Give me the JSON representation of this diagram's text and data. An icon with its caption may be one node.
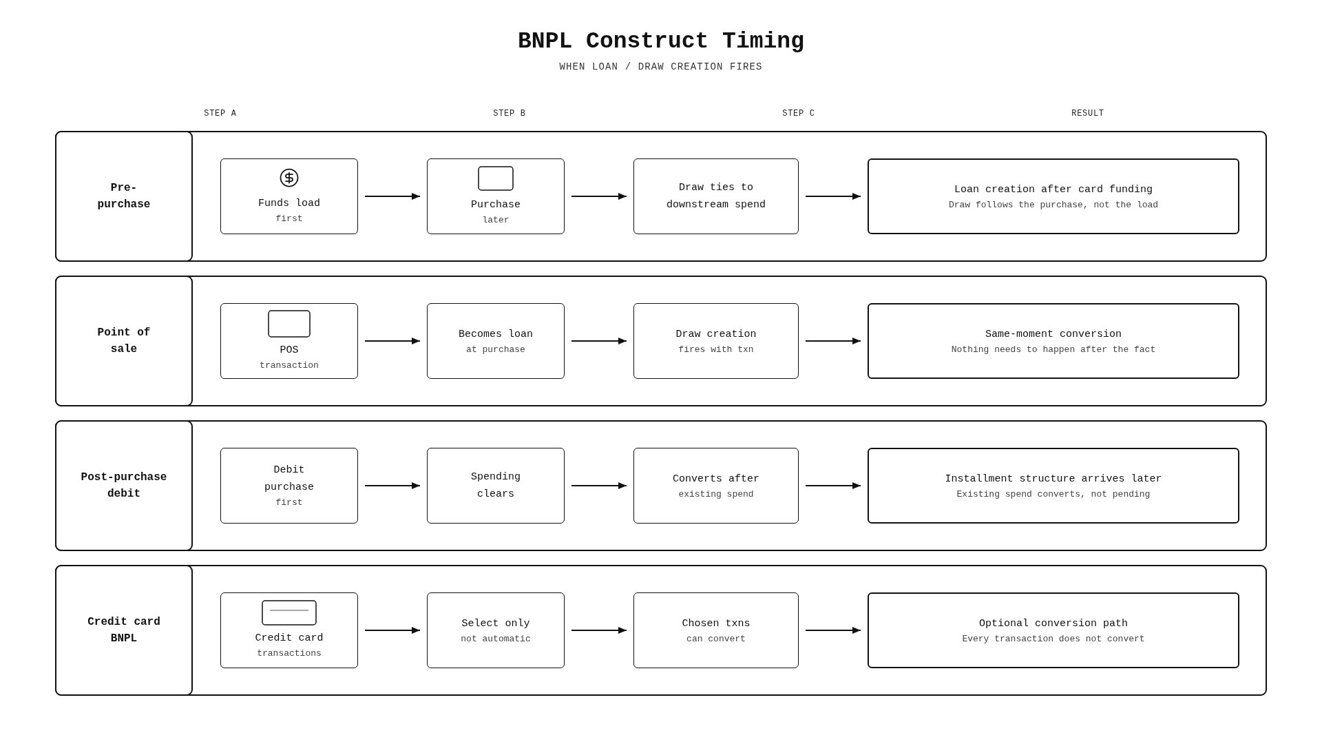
{
  "diagram": {
    "title": "BNPL Construct Timing",
    "nodes": [
      {
        "text": [],
        "shape": "box"
      },
      {
        "text": [
          "Pre-purchase"
        ],
        "in": 0
      },
      {
        "text": [
          "Funds load",
          "first"
        ],
        "in": 0
      },
      {
        "text": [
          "Purchase",
          "later"
        ],
        "in": 0
      },
      {
        "text": [
          "Draw ties to downstream spend"
        ],
        "in": 0
      },
      {
        "text": [
          "Loan creation after card funding",
          "Draw follows the purchase, not the load"
        ],
        "in": 0
      },
      {
        "text": [],
        "shape": "box"
      },
      {
        "text": [
          "Point of sale"
        ],
        "in": 6
      },
      {
        "text": [
          "POS",
          "transaction"
        ],
        "in": 6
      },
      {
        "text": [
          "Becomes loan",
          "at purchase"
        ],
        "in": 6
      },
      {
        "text": [
          "Draw creation",
          "fires with txn"
        ],
        "in": 6
      },
      {
        "text": [
          "Same-moment conversion",
          "Nothing needs to happen after the fact"
        ],
        "in": 6
      },
      {
        "text": [],
        "shape": "box"
      },
      {
        "text": [
          "Post-purchase debit"
        ],
        "in": 12
      },
      {
        "text": [
          "Debit purchase",
          "first"
        ],
        "in": 12
      },
      {
        "text": [
          "Spending clears"
        ],
        "in": 12
      },
      {
        "text": [
          "Converts after",
          "existing spend"
        ],
        "in": 12
      },
      {
        "text": [
          "Installment structure arrives later",
          "Existing spend converts, not pending"
        ],
        "in": 12
      },
      {
        "text": [],
        "shape": "box"
      },
      {
        "text": [
          "Credit card BNPL"
        ],
        "in": 18
      },
      {
        "text": [
          "Credit card",
          "transactions"
        ],
        "in": 18
      },
      {
        "text": [
          "Select only",
          "not automatic"
        ],
        "in": 18
      },
      {
        "text": [
          "Chosen txns",
          "can convert"
        ],
        "in": 18
      },
      {
        "text": [
          "Optional conversion path",
          "Every transaction does not convert"
        ],
        "in": 18
      }
    ],
    "edges": [
      {
        "from": 2,
        "to": 3,
        "arrow": "to"
      },
      {
        "from": 3,
        "to": 4,
        "arrow": "to"
      },
      {
        "from": 4,
        "to": 5,
        "arrow": "to"
      },
      {
        "from": 8,
        "to": 9,
        "arrow": "to"
      },
      {
        "from": 9,
        "to": 10,
        "arrow": "to"
      },
      {
        "from": 10,
        "to": 11,
        "arrow": "to"
      },
      {
        "from": 14,
        "to": 15,
        "arrow": "to"
      },
      {
        "from": 15,
        "to": 16,
        "arrow": "to"
      },
      {
        "from": 16,
        "to": 17,
        "arrow": "to"
      },
      {
        "from": 20,
        "to": 21,
        "arrow": "to"
      },
      {
        "from": 21,
        "to": 22,
        "arrow": "to"
      },
      {
        "from": 22,
        "to": 23,
        "arrow": "to"
      }
    ],
    "labels": [
      "WHEN LOAN / DRAW CREATION FIRES",
      "STEP A",
      "STEP B",
      "STEP C",
      "RESULT"
    ]
  }
}
